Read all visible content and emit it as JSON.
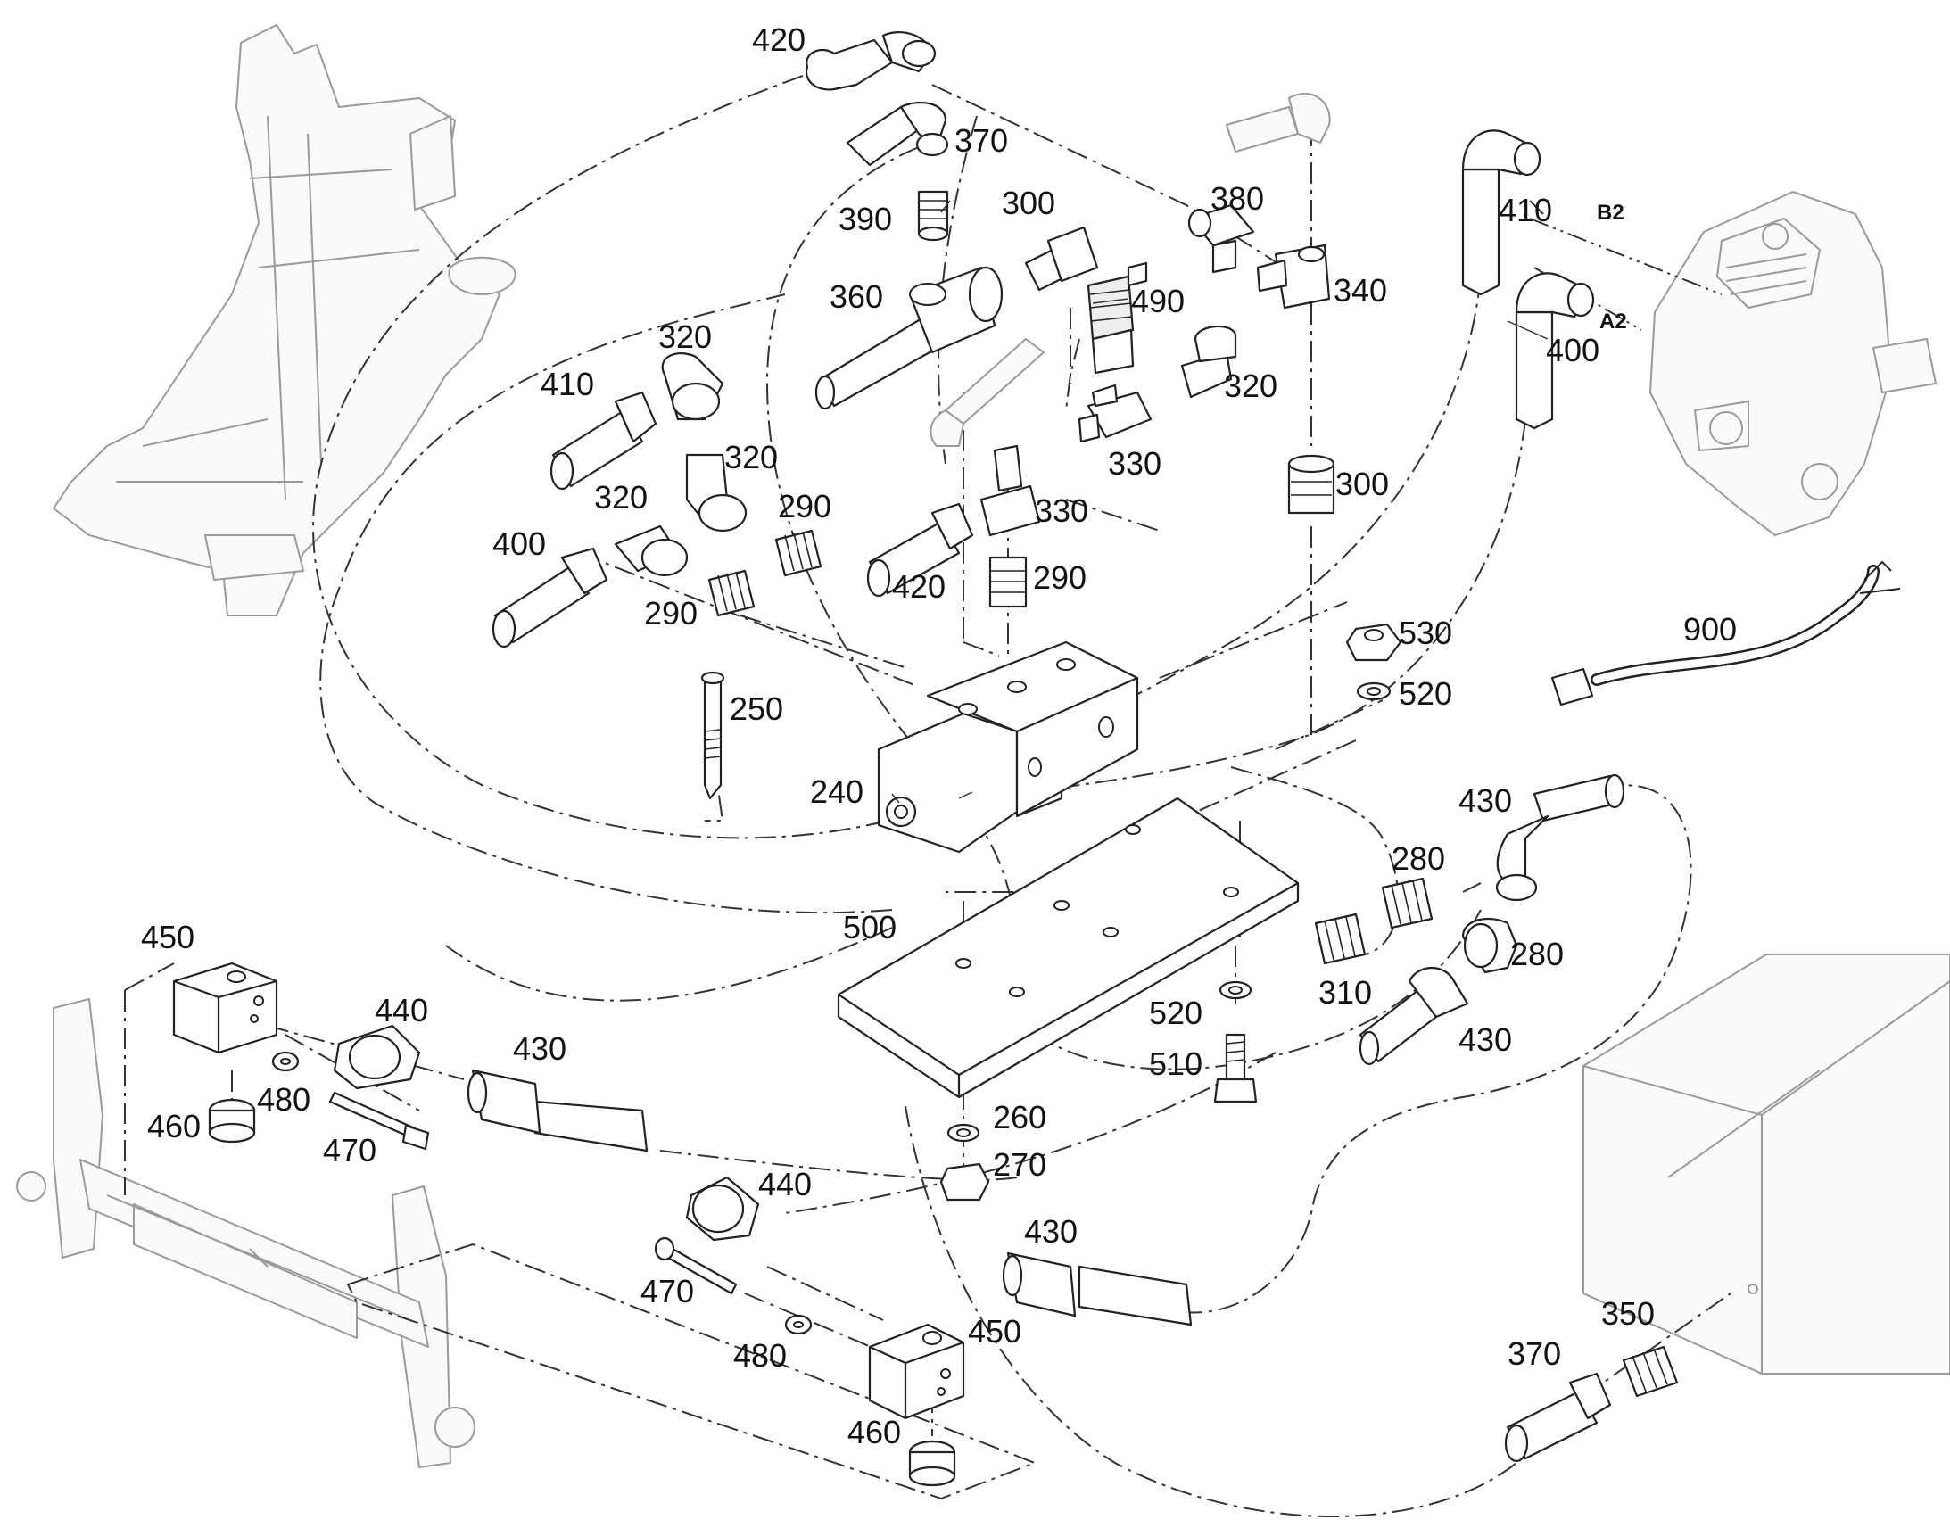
{
  "diagram": {
    "labels": [
      {
        "id": "lbl-420-top",
        "text": "420"
      },
      {
        "id": "lbl-370-top",
        "text": "370"
      },
      {
        "id": "lbl-390",
        "text": "390"
      },
      {
        "id": "lbl-300-top",
        "text": "300"
      },
      {
        "id": "lbl-360",
        "text": "360"
      },
      {
        "id": "lbl-490",
        "text": "490"
      },
      {
        "id": "lbl-380",
        "text": "380"
      },
      {
        "id": "lbl-340",
        "text": "340"
      },
      {
        "id": "lbl-410-right",
        "text": "410"
      },
      {
        "id": "lbl-400-right",
        "text": "400"
      },
      {
        "id": "lbl-320-a",
        "text": "320"
      },
      {
        "id": "lbl-410-left",
        "text": "410"
      },
      {
        "id": "lbl-320-b",
        "text": "320"
      },
      {
        "id": "lbl-320-c",
        "text": "320"
      },
      {
        "id": "lbl-320-d",
        "text": "320"
      },
      {
        "id": "lbl-330-a",
        "text": "330"
      },
      {
        "id": "lbl-330-b",
        "text": "330"
      },
      {
        "id": "lbl-300-mid",
        "text": "300"
      },
      {
        "id": "lbl-400-left",
        "text": "400"
      },
      {
        "id": "lbl-290-a",
        "text": "290"
      },
      {
        "id": "lbl-290-b",
        "text": "290"
      },
      {
        "id": "lbl-290-c",
        "text": "290"
      },
      {
        "id": "lbl-420-mid",
        "text": "420"
      },
      {
        "id": "lbl-250",
        "text": "250"
      },
      {
        "id": "lbl-240",
        "text": "240"
      },
      {
        "id": "lbl-530",
        "text": "530"
      },
      {
        "id": "lbl-520-top",
        "text": "520"
      },
      {
        "id": "lbl-900",
        "text": "900"
      },
      {
        "id": "lbl-430-a",
        "text": "430"
      },
      {
        "id": "lbl-280-a",
        "text": "280"
      },
      {
        "id": "lbl-280-b",
        "text": "280"
      },
      {
        "id": "lbl-310",
        "text": "310"
      },
      {
        "id": "lbl-430-b",
        "text": "430"
      },
      {
        "id": "lbl-500",
        "text": "500"
      },
      {
        "id": "lbl-520-bot",
        "text": "520"
      },
      {
        "id": "lbl-510",
        "text": "510"
      },
      {
        "id": "lbl-260",
        "text": "260"
      },
      {
        "id": "lbl-270",
        "text": "270"
      },
      {
        "id": "lbl-450-top",
        "text": "450"
      },
      {
        "id": "lbl-440-top",
        "text": "440"
      },
      {
        "id": "lbl-430-c",
        "text": "430"
      },
      {
        "id": "lbl-460-top",
        "text": "460"
      },
      {
        "id": "lbl-480-top",
        "text": "480"
      },
      {
        "id": "lbl-470-top",
        "text": "470"
      },
      {
        "id": "lbl-440-bot",
        "text": "440"
      },
      {
        "id": "lbl-430-d",
        "text": "430"
      },
      {
        "id": "lbl-470-bot",
        "text": "470"
      },
      {
        "id": "lbl-480-bot",
        "text": "480"
      },
      {
        "id": "lbl-450-bot",
        "text": "450"
      },
      {
        "id": "lbl-460-bot",
        "text": "460"
      },
      {
        "id": "lbl-370-bot",
        "text": "370"
      },
      {
        "id": "lbl-350",
        "text": "350"
      }
    ],
    "port_labels": {
      "b2": "B2",
      "a2": "A2"
    },
    "colors": {
      "ink": "#222222",
      "ghost": "#9a9a9a",
      "background": "#ffffff"
    }
  }
}
